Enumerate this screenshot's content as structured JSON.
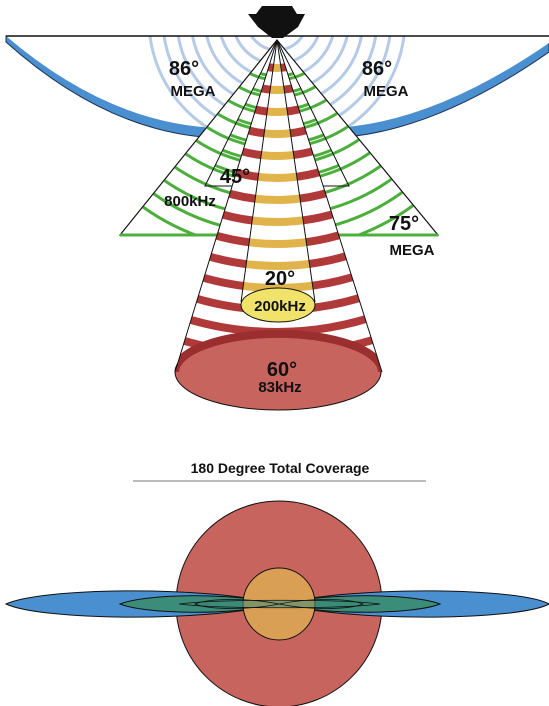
{
  "colors": {
    "mega_side_scan": "#4a8fd0",
    "mega_arc_lines": "#b4cae6",
    "side_scan_800khz": "#4caf3c",
    "down_200khz_band": "#e0b44a",
    "down_200khz_tip": "#f1e36a",
    "down_83khz_band": "#b03a3a",
    "down_83khz_tip": "#c8645e",
    "coverage_outer": "#c8645e",
    "coverage_inner": "#d9a055",
    "coverage_side": "#3b8c78",
    "hull": "#111111"
  },
  "icons": {
    "boat": "boat-hull-icon"
  },
  "beams": {
    "mega_left": {
      "angle": "86°",
      "label": "MEGA"
    },
    "mega_right": {
      "angle": "86°",
      "label": "MEGA"
    },
    "khz800": {
      "angle": "45°",
      "label": "800kHz"
    },
    "mega_75": {
      "angle": "75°",
      "label": "MEGA"
    },
    "khz200": {
      "angle": "20°",
      "label": "200kHz"
    },
    "khz83": {
      "angle": "60°",
      "label": "83kHz"
    }
  },
  "coverage": {
    "title": "180 Degree Total Coverage"
  }
}
